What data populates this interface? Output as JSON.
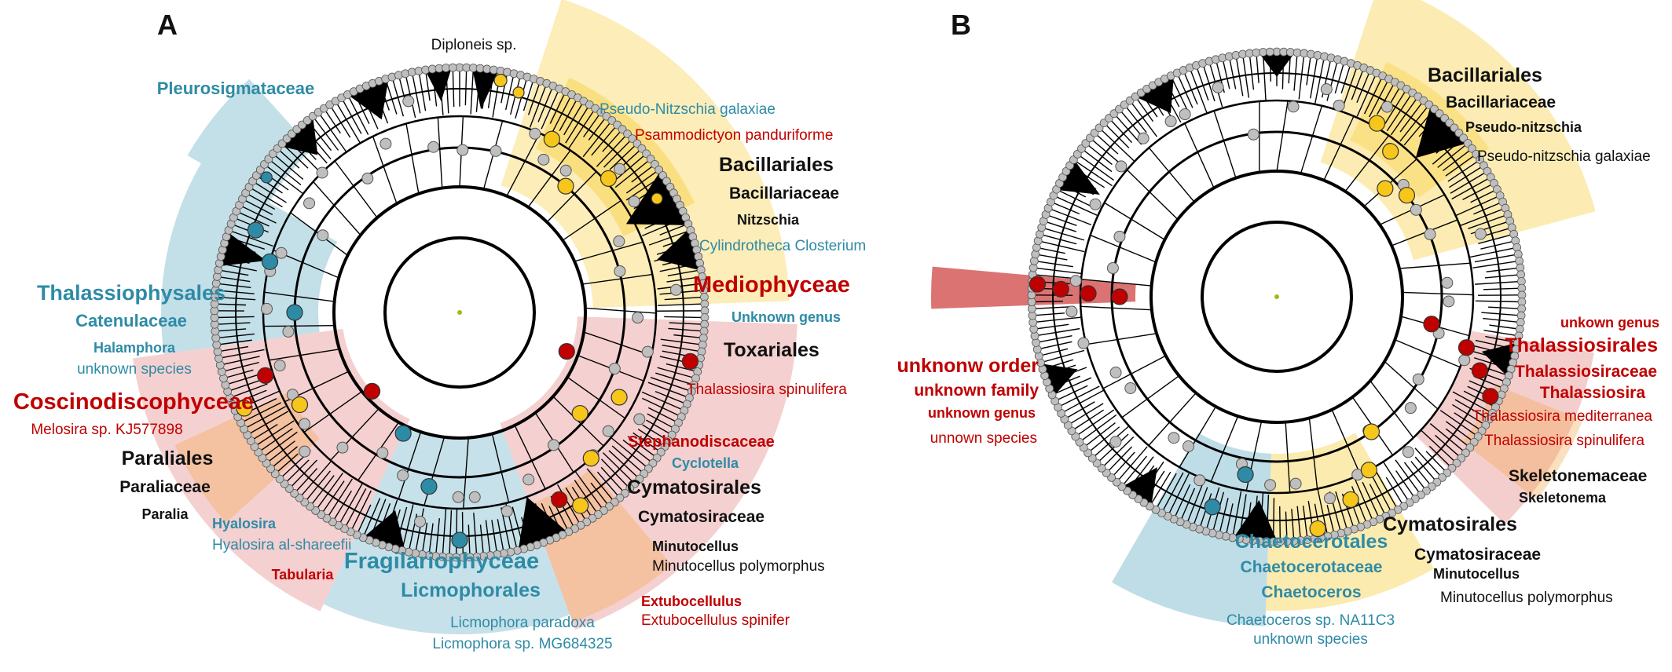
{
  "colors": {
    "yellow": "#f7c61b",
    "yellow_light": "#fbe7a1",
    "red": "#c00000",
    "red_light": "#f2c4c4",
    "teal": "#2e8ba6",
    "teal_light": "#b8d9e4",
    "orange": "#f3a64a",
    "node_gray": "#bfbfbf",
    "black": "#111111",
    "olive": "#8a9a3c"
  },
  "panels": [
    {
      "letter": "A",
      "labels": [
        {
          "text": "Diploneis sp.",
          "color": "black",
          "size": 19,
          "weight": "normal"
        },
        {
          "text": "Pleurosigmataceae",
          "color": "teal",
          "size": 22,
          "weight": "bold"
        },
        {
          "text": "Pseudo-Nitzschia galaxiae",
          "color": "teal",
          "size": 19,
          "weight": "normal"
        },
        {
          "text": "Psammodictyon panduriforme",
          "color": "red",
          "size": 19,
          "weight": "normal"
        },
        {
          "text": "Bacillariales",
          "color": "black",
          "size": 25,
          "weight": "bold"
        },
        {
          "text": "Bacillariaceae",
          "color": "black",
          "size": 21,
          "weight": "bold"
        },
        {
          "text": "Nitzschia",
          "color": "black",
          "size": 18,
          "weight": "bold"
        },
        {
          "text": "Cylindrotheca Closterium",
          "color": "teal",
          "size": 19,
          "weight": "normal"
        },
        {
          "text": "Mediophyceae",
          "color": "red",
          "size": 29,
          "weight": "bold"
        },
        {
          "text": "Unknown genus",
          "color": "teal",
          "size": 18,
          "weight": "bold"
        },
        {
          "text": "Toxariales",
          "color": "black",
          "size": 25,
          "weight": "bold"
        },
        {
          "text": "Thalassiosira spinulifera",
          "color": "red",
          "size": 19,
          "weight": "normal"
        },
        {
          "text": "Thalassiophysales",
          "color": "teal",
          "size": 27,
          "weight": "bold"
        },
        {
          "text": "Catenulaceae",
          "color": "teal",
          "size": 22,
          "weight": "bold"
        },
        {
          "text": "Halamphora",
          "color": "teal",
          "size": 18,
          "weight": "bold"
        },
        {
          "text": "unknown species",
          "color": "teal",
          "size": 19,
          "weight": "normal"
        },
        {
          "text": "Coscinodiscophyceae",
          "color": "red",
          "size": 29,
          "weight": "bold"
        },
        {
          "text": "Melosira sp. KJ577898",
          "color": "red",
          "size": 19,
          "weight": "normal"
        },
        {
          "text": "Stephanodiscaceae",
          "color": "red",
          "size": 20,
          "weight": "bold"
        },
        {
          "text": "Cyclotella",
          "color": "teal",
          "size": 18,
          "weight": "bold"
        },
        {
          "text": "Paraliales",
          "color": "black",
          "size": 25,
          "weight": "bold"
        },
        {
          "text": "Paraliaceae",
          "color": "black",
          "size": 21,
          "weight": "bold"
        },
        {
          "text": "Paralia",
          "color": "black",
          "size": 18,
          "weight": "bold"
        },
        {
          "text": "Cymatosirales",
          "color": "black",
          "size": 25,
          "weight": "bold"
        },
        {
          "text": "Cymatosiraceae",
          "color": "black",
          "size": 21,
          "weight": "bold"
        },
        {
          "text": "Hyalosira",
          "color": "teal",
          "size": 18,
          "weight": "bold"
        },
        {
          "text": "Hyalosira al-shareefii",
          "color": "teal",
          "size": 19,
          "weight": "normal"
        },
        {
          "text": "Minutocellus",
          "color": "black",
          "size": 18,
          "weight": "bold"
        },
        {
          "text": "Minutocellus polymorphus",
          "color": "black",
          "size": 19,
          "weight": "normal"
        },
        {
          "text": "Fragilariophyceae",
          "color": "teal",
          "size": 29,
          "weight": "bold"
        },
        {
          "text": "Licmophorales",
          "color": "teal",
          "size": 25,
          "weight": "bold"
        },
        {
          "text": "Tabularia",
          "color": "red",
          "size": 18,
          "weight": "bold"
        },
        {
          "text": "Extubocellulus",
          "color": "red",
          "size": 18,
          "weight": "bold"
        },
        {
          "text": "Extubocellulus spinifer",
          "color": "red",
          "size": 19,
          "weight": "normal"
        },
        {
          "text": "Licmophora paradoxa",
          "color": "teal",
          "size": 19,
          "weight": "normal"
        },
        {
          "text": "Licmophora sp. MG684325",
          "color": "teal",
          "size": 19,
          "weight": "normal"
        }
      ]
    },
    {
      "letter": "B",
      "labels": [
        {
          "text": "Bacillariales",
          "color": "black",
          "size": 25,
          "weight": "bold"
        },
        {
          "text": "Bacillariaceae",
          "color": "black",
          "size": 21,
          "weight": "bold"
        },
        {
          "text": "Pseudo-nitzschia",
          "color": "black",
          "size": 18,
          "weight": "bold"
        },
        {
          "text": "Pseudo-nitzschia galaxiae",
          "color": "black",
          "size": 19,
          "weight": "normal"
        },
        {
          "text": "unkown genus",
          "color": "red",
          "size": 18,
          "weight": "bold"
        },
        {
          "text": "Thalassiosirales",
          "color": "red",
          "size": 25,
          "weight": "bold"
        },
        {
          "text": "Thalassiosiraceae",
          "color": "red",
          "size": 21,
          "weight": "bold"
        },
        {
          "text": "Thalassiosira",
          "color": "red",
          "size": 21,
          "weight": "bold"
        },
        {
          "text": "Thalassiosira mediterranea",
          "color": "red",
          "size": 19,
          "weight": "normal"
        },
        {
          "text": "Thalassiosira spinulifera",
          "color": "red",
          "size": 19,
          "weight": "normal"
        },
        {
          "text": "unknonw order",
          "color": "red",
          "size": 25,
          "weight": "bold"
        },
        {
          "text": "unknown family",
          "color": "red",
          "size": 21,
          "weight": "bold"
        },
        {
          "text": "unknown genus",
          "color": "red",
          "size": 18,
          "weight": "bold"
        },
        {
          "text": "unnown species",
          "color": "red",
          "size": 19,
          "weight": "normal"
        },
        {
          "text": "Skeletonemaceae",
          "color": "black",
          "size": 21,
          "weight": "bold"
        },
        {
          "text": "Skeletonema",
          "color": "black",
          "size": 18,
          "weight": "bold"
        },
        {
          "text": "Cymatosirales",
          "color": "black",
          "size": 25,
          "weight": "bold"
        },
        {
          "text": "Chaetocerotales",
          "color": "teal",
          "size": 25,
          "weight": "bold"
        },
        {
          "text": "Cymatosiraceae",
          "color": "black",
          "size": 21,
          "weight": "bold"
        },
        {
          "text": "Chaetocerotaceae",
          "color": "teal",
          "size": 21,
          "weight": "bold"
        },
        {
          "text": "Minutocellus",
          "color": "black",
          "size": 18,
          "weight": "bold"
        },
        {
          "text": "Chaetoceros",
          "color": "teal",
          "size": 21,
          "weight": "bold"
        },
        {
          "text": "Minutocellus polymorphus",
          "color": "black",
          "size": 19,
          "weight": "normal"
        },
        {
          "text": "Chaetoceros sp. NA11C3",
          "color": "teal",
          "size": 19,
          "weight": "normal"
        },
        {
          "text": "unknown species",
          "color": "teal",
          "size": 19,
          "weight": "normal"
        }
      ]
    }
  ]
}
